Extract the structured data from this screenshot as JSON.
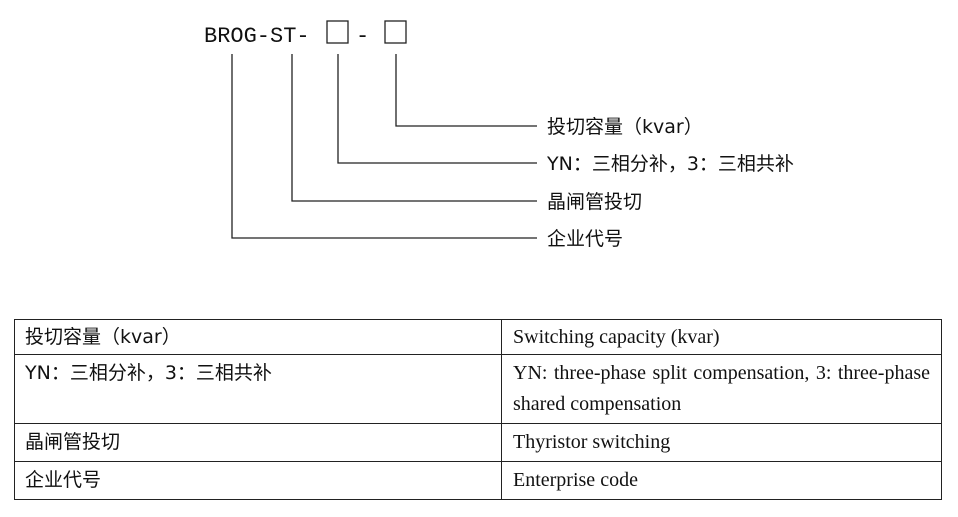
{
  "diagram": {
    "code_prefix": "BROG-ST-",
    "code_separator": "-",
    "callouts": [
      "投切容量（kvar）",
      "YN：三相分补，3：三相共补",
      "晶闸管投切",
      "企业代号"
    ]
  },
  "table": {
    "rows": [
      {
        "cn": "投切容量（kvar）",
        "en": "Switching capacity (kvar)"
      },
      {
        "cn": "YN：三相分补，3：三相共补",
        "en": "YN: three-phase split compensation, 3: three-phase shared compensation"
      },
      {
        "cn": "晶闸管投切",
        "en": "Thyristor switching"
      },
      {
        "cn": "企业代号",
        "en": "Enterprise code"
      }
    ]
  }
}
